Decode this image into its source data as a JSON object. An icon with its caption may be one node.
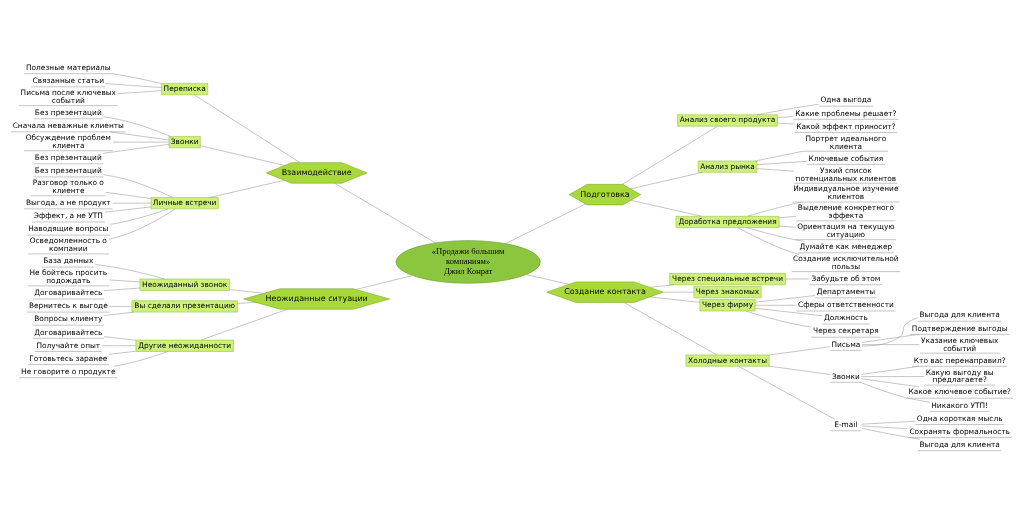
{
  "diagram": {
    "nodes": [
      {
        "text": [
          "«Продажи большим компаниям»",
          "Джил Конрат"
        ]
      },
      {
        "text": [
          "Взаимодействие"
        ]
      },
      {
        "text": [
          "Переписка"
        ]
      },
      {
        "text": [
          "Полезные материалы"
        ]
      },
      {
        "text": [
          "Связанные статьи"
        ]
      },
      {
        "text": [
          "Письма после ключевых событий"
        ]
      },
      {
        "text": [
          "Звонки"
        ]
      },
      {
        "text": [
          "Без презентаций"
        ]
      },
      {
        "text": [
          "Сначала неважные клиенты"
        ]
      },
      {
        "text": [
          "Обсуждение проблем клиента"
        ]
      },
      {
        "text": [
          "Без презентаций"
        ]
      },
      {
        "text": [
          "Личные встречи"
        ]
      },
      {
        "text": [
          "Без презентаций"
        ]
      },
      {
        "text": [
          "Разговор только о клиенте"
        ]
      },
      {
        "text": [
          "Выгода, а не продукт"
        ]
      },
      {
        "text": [
          "Эффект, а не УТП"
        ]
      },
      {
        "text": [
          "Наводящие вопросы"
        ]
      },
      {
        "text": [
          "Осведомленность о компании"
        ]
      },
      {
        "text": [
          "Неожиданные ситуации"
        ]
      },
      {
        "text": [
          "Неожиданный звонок"
        ]
      },
      {
        "text": [
          "База данных"
        ]
      },
      {
        "text": [
          "Не бойтесь просить подождать"
        ]
      },
      {
        "text": [
          "Договаривайтесь"
        ]
      },
      {
        "text": [
          "Вы сделали презентацию"
        ]
      },
      {
        "text": [
          "Вернитесь к выгоде"
        ]
      },
      {
        "text": [
          "Вопросы клиенту"
        ]
      },
      {
        "text": [
          "Другие неожиданности"
        ]
      },
      {
        "text": [
          "Договаривайтесь"
        ]
      },
      {
        "text": [
          "Получайте опыт"
        ]
      },
      {
        "text": [
          "Готовьтесь заранее"
        ]
      },
      {
        "text": [
          "Не говорите о продукте"
        ]
      },
      {
        "text": [
          "Подготовка"
        ]
      },
      {
        "text": [
          "Анализ своего продукта"
        ]
      },
      {
        "text": [
          "Одна выгода"
        ]
      },
      {
        "text": [
          "Какие проблемы решает?"
        ]
      },
      {
        "text": [
          "Какой эффект приносит?"
        ]
      },
      {
        "text": [
          "Анализ рынка"
        ]
      },
      {
        "text": [
          "Портрет идеального клиента"
        ]
      },
      {
        "text": [
          "Ключевые события"
        ]
      },
      {
        "text": [
          "Узкий список потенциальных клиентов"
        ]
      },
      {
        "text": [
          "Доработка предложения"
        ]
      },
      {
        "text": [
          "Индивидуальное изучение клиентов"
        ]
      },
      {
        "text": [
          "Выделение конкретного эффекта"
        ]
      },
      {
        "text": [
          "Ориентация на текущую ситуацию"
        ]
      },
      {
        "text": [
          "Думайте как менеджер"
        ]
      },
      {
        "text": [
          "Создание исключительной пользы"
        ]
      },
      {
        "text": [
          "Создание контакта"
        ]
      },
      {
        "text": [
          "Через специальные встречи"
        ]
      },
      {
        "text": [
          "Забудьте об этом"
        ]
      },
      {
        "text": [
          "Через знакомых"
        ]
      },
      {
        "text": [
          "Через фирму"
        ]
      },
      {
        "text": [
          "Департаменты"
        ]
      },
      {
        "text": [
          "Сферы ответственности"
        ]
      },
      {
        "text": [
          "Должность"
        ]
      },
      {
        "text": [
          "Через секретаря"
        ]
      },
      {
        "text": [
          "Холодные контакты"
        ]
      },
      {
        "text": [
          "Письма"
        ]
      },
      {
        "text": [
          "Выгода для клиента"
        ]
      },
      {
        "text": [
          "Подтверждение выгоды"
        ]
      },
      {
        "text": [
          "Указание ключевых событий"
        ]
      },
      {
        "text": [
          "Звонки"
        ]
      },
      {
        "text": [
          "Кто вас перенаправил?"
        ]
      },
      {
        "text": [
          "Какую выгоду вы предлагаете?"
        ]
      },
      {
        "text": [
          "Какое ключевое событие?"
        ]
      },
      {
        "text": [
          "Никакого УТП!"
        ]
      },
      {
        "text": [
          "E-mail"
        ]
      },
      {
        "text": [
          "Одна короткая мысль"
        ]
      },
      {
        "text": [
          "Сохранять формальность"
        ]
      },
      {
        "text": [
          "Выгода для клиента"
        ]
      }
    ],
    "edges": [
      {
        "from": 0,
        "to": 1,
        "arrow": "none"
      },
      {
        "from": 1,
        "to": 2,
        "arrow": "none"
      },
      {
        "from": 2,
        "to": 3,
        "arrow": "none"
      },
      {
        "from": 2,
        "to": 4,
        "arrow": "none"
      },
      {
        "from": 2,
        "to": 5,
        "arrow": "none"
      },
      {
        "from": 1,
        "to": 6,
        "arrow": "none"
      },
      {
        "from": 6,
        "to": 7,
        "arrow": "none"
      },
      {
        "from": 6,
        "to": 8,
        "arrow": "none"
      },
      {
        "from": 6,
        "to": 9,
        "arrow": "none"
      },
      {
        "from": 6,
        "to": 10,
        "arrow": "none"
      },
      {
        "from": 1,
        "to": 11,
        "arrow": "none"
      },
      {
        "from": 11,
        "to": 12,
        "arrow": "none"
      },
      {
        "from": 11,
        "to": 13,
        "arrow": "none"
      },
      {
        "from": 11,
        "to": 14,
        "arrow": "none"
      },
      {
        "from": 11,
        "to": 15,
        "arrow": "none"
      },
      {
        "from": 11,
        "to": 16,
        "arrow": "none"
      },
      {
        "from": 11,
        "to": 17,
        "arrow": "none"
      },
      {
        "from": 0,
        "to": 18,
        "arrow": "none"
      },
      {
        "from": 18,
        "to": 19,
        "arrow": "none"
      },
      {
        "from": 19,
        "to": 20,
        "arrow": "none"
      },
      {
        "from": 19,
        "to": 21,
        "arrow": "none"
      },
      {
        "from": 19,
        "to": 22,
        "arrow": "none"
      },
      {
        "from": 18,
        "to": 23,
        "arrow": "none"
      },
      {
        "from": 23,
        "to": 24,
        "arrow": "none"
      },
      {
        "from": 23,
        "to": 25,
        "arrow": "none"
      },
      {
        "from": 18,
        "to": 26,
        "arrow": "none"
      },
      {
        "from": 26,
        "to": 27,
        "arrow": "none"
      },
      {
        "from": 26,
        "to": 28,
        "arrow": "none"
      },
      {
        "from": 26,
        "to": 29,
        "arrow": "none"
      },
      {
        "from": 26,
        "to": 30,
        "arrow": "none"
      },
      {
        "from": 0,
        "to": 31,
        "arrow": "none"
      },
      {
        "from": 31,
        "to": 32,
        "arrow": "none"
      },
      {
        "from": 32,
        "to": 33,
        "arrow": "none"
      },
      {
        "from": 32,
        "to": 34,
        "arrow": "none"
      },
      {
        "from": 32,
        "to": 35,
        "arrow": "none"
      },
      {
        "from": 31,
        "to": 36,
        "arrow": "none"
      },
      {
        "from": 36,
        "to": 37,
        "arrow": "none"
      },
      {
        "from": 36,
        "to": 38,
        "arrow": "none"
      },
      {
        "from": 36,
        "to": 39,
        "arrow": "none"
      },
      {
        "from": 31,
        "to": 40,
        "arrow": "none"
      },
      {
        "from": 40,
        "to": 41,
        "arrow": "none"
      },
      {
        "from": 40,
        "to": 42,
        "arrow": "none"
      },
      {
        "from": 40,
        "to": 43,
        "arrow": "none"
      },
      {
        "from": 40,
        "to": 44,
        "arrow": "none"
      },
      {
        "from": 40,
        "to": 45,
        "arrow": "none"
      },
      {
        "from": 0,
        "to": 46,
        "arrow": "none"
      },
      {
        "from": 46,
        "to": 47,
        "arrow": "none"
      },
      {
        "from": 47,
        "to": 48,
        "arrow": "none"
      },
      {
        "from": 46,
        "to": 49,
        "arrow": "none"
      },
      {
        "from": 46,
        "to": 50,
        "arrow": "none"
      },
      {
        "from": 50,
        "to": 51,
        "arrow": "none"
      },
      {
        "from": 50,
        "to": 52,
        "arrow": "none"
      },
      {
        "from": 50,
        "to": 53,
        "arrow": "none"
      },
      {
        "from": 50,
        "to": 54,
        "arrow": "none"
      },
      {
        "from": 46,
        "to": 55,
        "arrow": "none"
      },
      {
        "from": 55,
        "to": 56,
        "arrow": "none"
      },
      {
        "from": 56,
        "to": 57,
        "arrow": "none"
      },
      {
        "from": 56,
        "to": 58,
        "arrow": "none"
      },
      {
        "from": 56,
        "to": 59,
        "arrow": "none"
      },
      {
        "from": 55,
        "to": 60,
        "arrow": "none"
      },
      {
        "from": 60,
        "to": 61,
        "arrow": "none"
      },
      {
        "from": 60,
        "to": 62,
        "arrow": "none"
      },
      {
        "from": 60,
        "to": 63,
        "arrow": "none"
      },
      {
        "from": 60,
        "to": 64,
        "arrow": "none"
      },
      {
        "from": 55,
        "to": 65,
        "arrow": "none"
      },
      {
        "from": 65,
        "to": 66,
        "arrow": "none"
      },
      {
        "from": 65,
        "to": 67,
        "arrow": "none"
      },
      {
        "from": 65,
        "to": 68,
        "arrow": "none"
      }
    ]
  }
}
